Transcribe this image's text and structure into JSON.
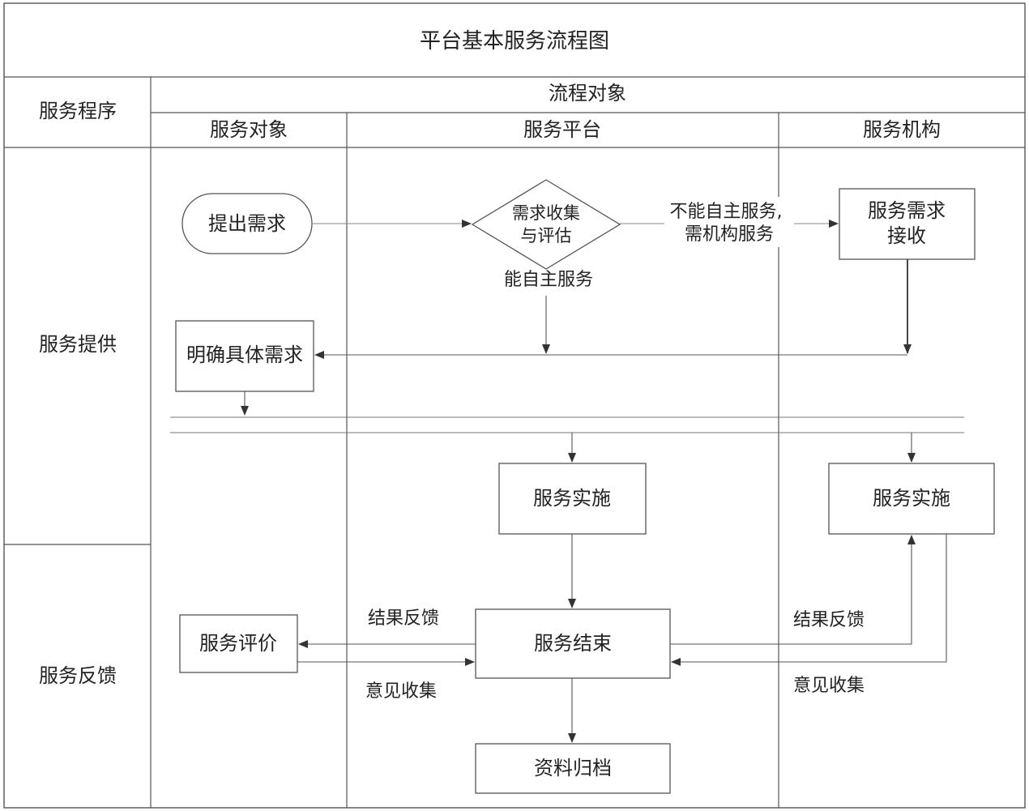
{
  "title": "平台基本服务流程图",
  "header": {
    "procedure_label": "服务程序",
    "flow_objects_label": "流程对象",
    "lanes": [
      "服务对象",
      "服务平台",
      "服务机构"
    ]
  },
  "rows": [
    "服务提供",
    "服务反馈"
  ],
  "nodes": {
    "raise_demand": "提出需求",
    "collect_line1": "需求收集",
    "collect_line2": "与评估",
    "receive_line1": "服务需求",
    "receive_line2": "接收",
    "specify": "明确具体需求",
    "implement_platform": "服务实施",
    "implement_agency": "服务实施",
    "evaluate": "服务评价",
    "finish": "服务结束",
    "archive": "资料归档"
  },
  "edge_labels": {
    "cannot_self_line1": "不能自主服务,",
    "cannot_self_line2": "需机构服务",
    "can_self": "能自主服务",
    "feedback_left": "结果反馈",
    "opinion_left": "意见收集",
    "feedback_right": "结果反馈",
    "opinion_right": "意见收集"
  }
}
